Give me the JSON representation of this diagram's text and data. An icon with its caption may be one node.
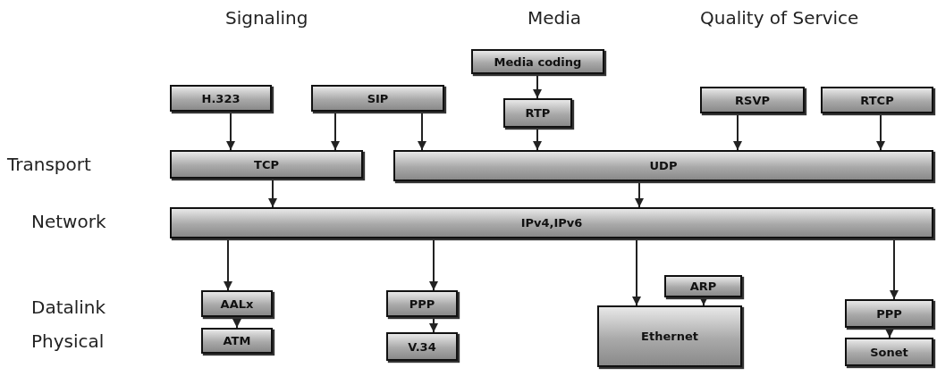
{
  "diagram": {
    "nodes": [
      {
        "text": [
          "Media coding"
        ]
      },
      {
        "text": [
          "H.323"
        ]
      },
      {
        "text": [
          "SIP"
        ]
      },
      {
        "text": [
          "RTP"
        ]
      },
      {
        "text": [
          "RSVP"
        ]
      },
      {
        "text": [
          "RTCP"
        ]
      },
      {
        "text": [
          "TCP"
        ]
      },
      {
        "text": [
          "UDP"
        ]
      },
      {
        "text": [
          "IPv4,IPv6"
        ]
      },
      {
        "text": [
          "ARP"
        ]
      },
      {
        "text": [
          "AALx"
        ]
      },
      {
        "text": [
          "PPP"
        ]
      },
      {
        "text": [
          "Ethernet"
        ]
      },
      {
        "text": [
          "PPP"
        ]
      },
      {
        "text": [
          "ATM"
        ]
      },
      {
        "text": [
          "V.34"
        ]
      },
      {
        "text": [
          "Sonet"
        ]
      }
    ],
    "edges": [
      {
        "from": 0,
        "to": 3,
        "arrow": "to"
      },
      {
        "from": 1,
        "to": 6,
        "arrow": "to"
      },
      {
        "from": 2,
        "to": 6,
        "arrow": "to"
      },
      {
        "from": 2,
        "to": 7,
        "arrow": "to"
      },
      {
        "from": 3,
        "to": 7,
        "arrow": "to"
      },
      {
        "from": 4,
        "to": 7,
        "arrow": "to"
      },
      {
        "from": 5,
        "to": 7,
        "arrow": "to"
      },
      {
        "from": 6,
        "to": 8,
        "arrow": "to"
      },
      {
        "from": 7,
        "to": 8,
        "arrow": "to"
      },
      {
        "from": 8,
        "to": 10,
        "arrow": "to"
      },
      {
        "from": 8,
        "to": 11,
        "arrow": "to"
      },
      {
        "from": 8,
        "to": 12,
        "arrow": "to"
      },
      {
        "from": 9,
        "to": 12,
        "arrow": "to"
      },
      {
        "from": 8,
        "to": 13,
        "arrow": "to"
      },
      {
        "from": 10,
        "to": 14,
        "arrow": "to"
      },
      {
        "from": 11,
        "to": 15,
        "arrow": "to"
      },
      {
        "from": 13,
        "to": 16,
        "arrow": "to"
      }
    ],
    "labels": [
      "Signaling",
      "Media",
      "Quality of Service",
      "Transport",
      "Network",
      "Datalink",
      "Physical"
    ]
  }
}
